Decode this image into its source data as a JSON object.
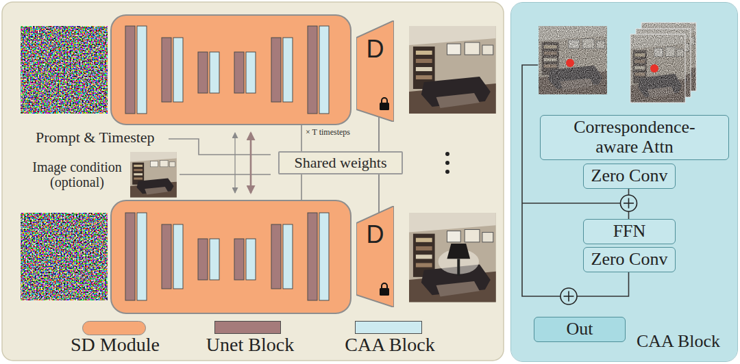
{
  "diagram": {
    "nodes": [
      {
        "text": [
          "D"
        ]
      },
      {
        "text": [
          "Shared weights"
        ]
      },
      {
        "text": [
          "D"
        ]
      },
      {
        "text": [
          "CAA Block"
        ]
      },
      {
        "text": [
          "Correspondence-aware Attn"
        ],
        "in": 3
      },
      {
        "text": [
          "Zero Conv"
        ],
        "in": 3
      },
      {
        "text": [
          "FFN"
        ],
        "in": 3
      },
      {
        "text": [
          "Zero Conv"
        ],
        "in": 3
      },
      {
        "text": [
          "Out"
        ],
        "in": 3
      }
    ],
    "edges": [
      {
        "from": 1,
        "to": 0,
        "arrow": "none"
      },
      {
        "from": 1,
        "to": 2,
        "arrow": "none"
      }
    ],
    "labels": [
      "Prompt & Timestep",
      "Image condition (optional)",
      "× T timesteps"
    ],
    "legend": [
      {
        "text": "SD Module",
        "color": "#f6a877"
      },
      {
        "text": "Unet Block",
        "color": "#a57b7b"
      },
      {
        "text": "CAA Block",
        "color": "#cdeaf0"
      }
    ]
  }
}
